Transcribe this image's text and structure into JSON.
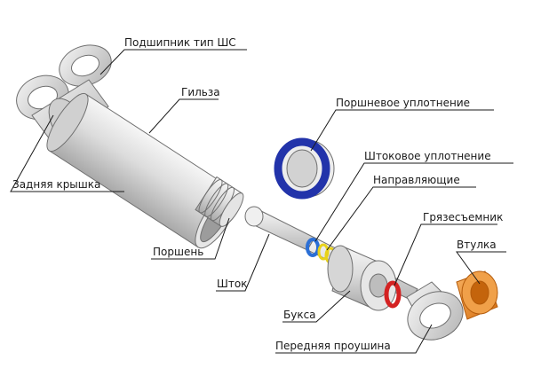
{
  "labels": {
    "bearing": "Подшипник тип ШС",
    "sleeve": "Гильза",
    "piston_seal": "Поршневое уплотнение",
    "rod_seal": "Штоковое уплотнение",
    "guides": "Направляющие",
    "rear_cover": "Задняя крышка",
    "wiper": "Грязесъемник",
    "bushing": "Втулка",
    "piston": "Поршень",
    "rod": "Шток",
    "gland": "Букса",
    "front_eye": "Передняя проушина"
  },
  "colors": {
    "piston_seal_ring": "#2233aa",
    "rod_seal_ring": "#2b6fd6",
    "guide_ring": "#e8d21a",
    "wiper_ring": "#d42222",
    "bushing": "#e8801c",
    "metal_body": "#d9d9d9",
    "text": "#1a1a1a"
  }
}
